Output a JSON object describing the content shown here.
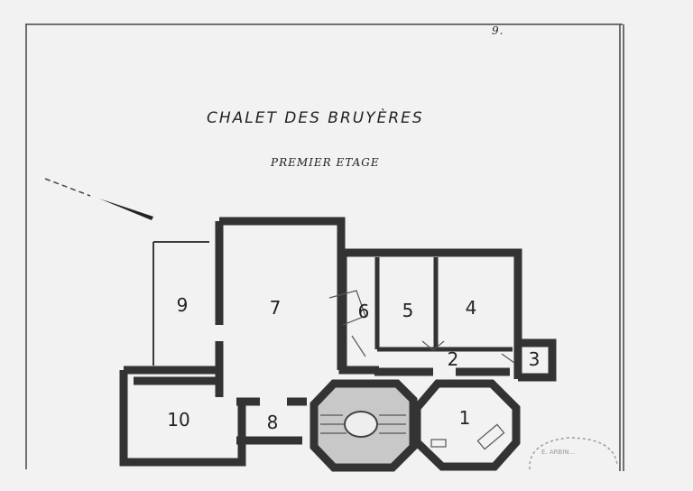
{
  "title": "CHALET DES BRUYÈRES",
  "subtitle": "PREMIER ETAGE",
  "page_mark": "9.",
  "rooms": [
    "1",
    "2",
    "3",
    "4",
    "5",
    "6",
    "7",
    "8",
    "9",
    "10"
  ],
  "stamp_text": "E. ARBIN...",
  "colors": {
    "paper": "#f2f2f2",
    "ink": "#333333",
    "stair_shade": "#9a9a9a"
  }
}
